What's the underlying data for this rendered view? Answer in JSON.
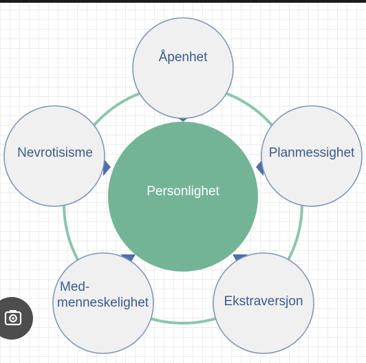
{
  "diagram": {
    "center": {
      "label": "Personlighet",
      "color": "#74b496"
    },
    "nodes": [
      {
        "id": "apenhet",
        "label": "Åpenhet"
      },
      {
        "id": "planmessighet",
        "label": "Planmessighet"
      },
      {
        "id": "ekstraversjon",
        "label": "Ekstraversjon"
      },
      {
        "id": "medmenneskelighet",
        "label_line1": "Med-",
        "label_line2": "menneskelighet"
      },
      {
        "id": "nevrotisisme",
        "label": "Nevrotisisme"
      }
    ],
    "colors": {
      "ring": "#8cc6aa",
      "node_fill": "#f0f0f0",
      "node_border": "#7f95bc",
      "node_text": "#3a5a8c",
      "pointer": "#4f6fa8"
    }
  },
  "overlay": {
    "icon": "camera-search-icon"
  }
}
